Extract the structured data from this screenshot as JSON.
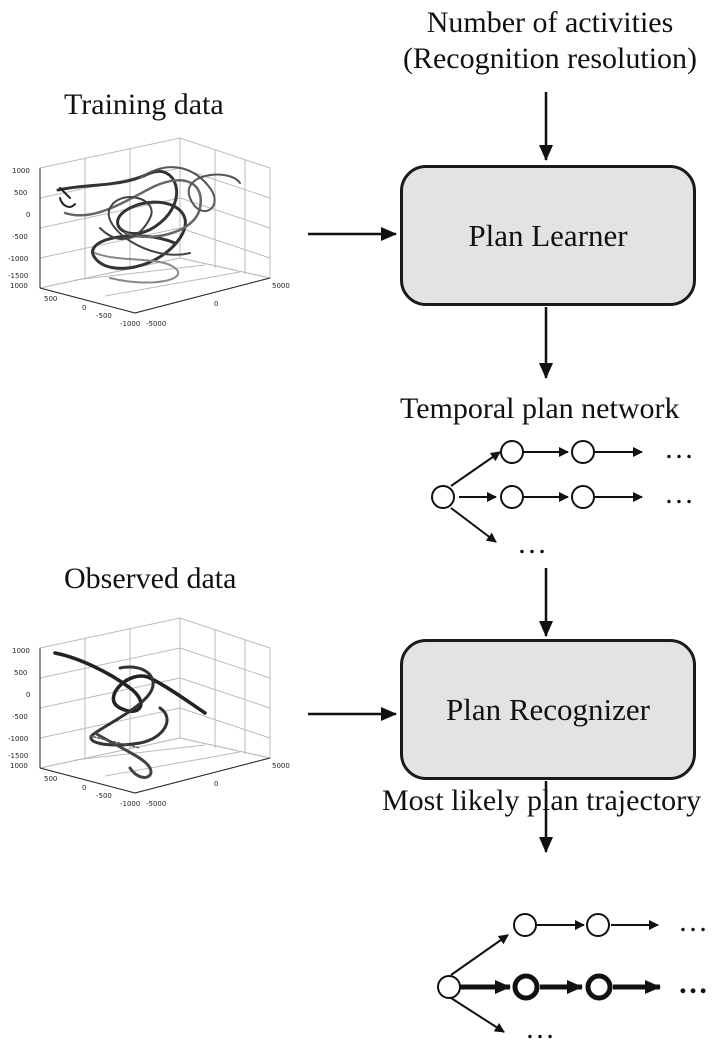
{
  "input_label": {
    "line1": "Number of activities",
    "line2": "(Recognition resolution)"
  },
  "training": {
    "title": "Training data",
    "z_ticks": [
      "1000",
      "500",
      "0",
      "-500",
      "-1000",
      "-1500"
    ],
    "x_ticks": [
      "1000",
      "500",
      "0",
      "-500",
      "-1000"
    ],
    "y_ticks": [
      "-5000",
      "0",
      "5000"
    ]
  },
  "observed": {
    "title": "Observed data",
    "z_ticks": [
      "1000",
      "500",
      "0",
      "-500",
      "-1000",
      "-1500"
    ],
    "x_ticks": [
      "1000",
      "500",
      "0",
      "-500",
      "-1000"
    ],
    "y_ticks": [
      "-5000",
      "0",
      "5000"
    ]
  },
  "learner": {
    "label": "Plan Learner"
  },
  "recognizer": {
    "label": "Plan Recognizer"
  },
  "network": {
    "title": "Temporal plan network",
    "ellipsis": "…"
  },
  "trajectory": {
    "title": "Most likely plan trajectory",
    "ellipsis": "…"
  }
}
